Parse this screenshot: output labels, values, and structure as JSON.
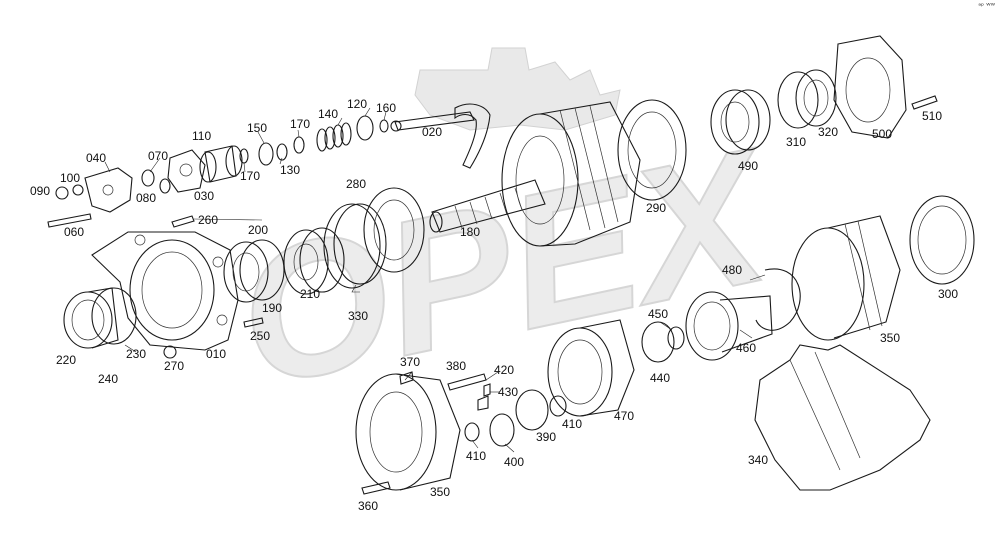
{
  "corner_mark": "ᵃᵖ ᵂᵂ",
  "watermark_text": "OPEX",
  "labels": [
    {
      "id": "020",
      "text": "020"
    },
    {
      "id": "120",
      "text": "120"
    },
    {
      "id": "160",
      "text": "160"
    },
    {
      "id": "140",
      "text": "140"
    },
    {
      "id": "170a",
      "text": "170"
    },
    {
      "id": "150",
      "text": "150"
    },
    {
      "id": "110",
      "text": "110"
    },
    {
      "id": "130",
      "text": "130"
    },
    {
      "id": "170b",
      "text": "170"
    },
    {
      "id": "040",
      "text": "040"
    },
    {
      "id": "070",
      "text": "070"
    },
    {
      "id": "090",
      "text": "090"
    },
    {
      "id": "100",
      "text": "100"
    },
    {
      "id": "080",
      "text": "080"
    },
    {
      "id": "030",
      "text": "030"
    },
    {
      "id": "060",
      "text": "060"
    },
    {
      "id": "260",
      "text": "260"
    },
    {
      "id": "200",
      "text": "200"
    },
    {
      "id": "280",
      "text": "280"
    },
    {
      "id": "180",
      "text": "180"
    },
    {
      "id": "290",
      "text": "290"
    },
    {
      "id": "490",
      "text": "490"
    },
    {
      "id": "310",
      "text": "310"
    },
    {
      "id": "320",
      "text": "320"
    },
    {
      "id": "500",
      "text": "500"
    },
    {
      "id": "510",
      "text": "510"
    },
    {
      "id": "300",
      "text": "300"
    },
    {
      "id": "350a",
      "text": "350"
    },
    {
      "id": "480",
      "text": "480"
    },
    {
      "id": "450",
      "text": "450"
    },
    {
      "id": "460",
      "text": "460"
    },
    {
      "id": "440",
      "text": "440"
    },
    {
      "id": "210",
      "text": "210"
    },
    {
      "id": "190",
      "text": "190"
    },
    {
      "id": "330",
      "text": "330"
    },
    {
      "id": "250",
      "text": "250"
    },
    {
      "id": "220",
      "text": "220"
    },
    {
      "id": "230",
      "text": "230"
    },
    {
      "id": "240",
      "text": "240"
    },
    {
      "id": "270",
      "text": "270"
    },
    {
      "id": "010",
      "text": "010"
    },
    {
      "id": "370",
      "text": "370"
    },
    {
      "id": "380",
      "text": "380"
    },
    {
      "id": "420",
      "text": "420"
    },
    {
      "id": "430",
      "text": "430"
    },
    {
      "id": "390",
      "text": "390"
    },
    {
      "id": "410a",
      "text": "410"
    },
    {
      "id": "410b",
      "text": "410"
    },
    {
      "id": "400",
      "text": "400"
    },
    {
      "id": "470",
      "text": "470"
    },
    {
      "id": "340",
      "text": "340"
    },
    {
      "id": "350b",
      "text": "350"
    },
    {
      "id": "360",
      "text": "360"
    }
  ]
}
